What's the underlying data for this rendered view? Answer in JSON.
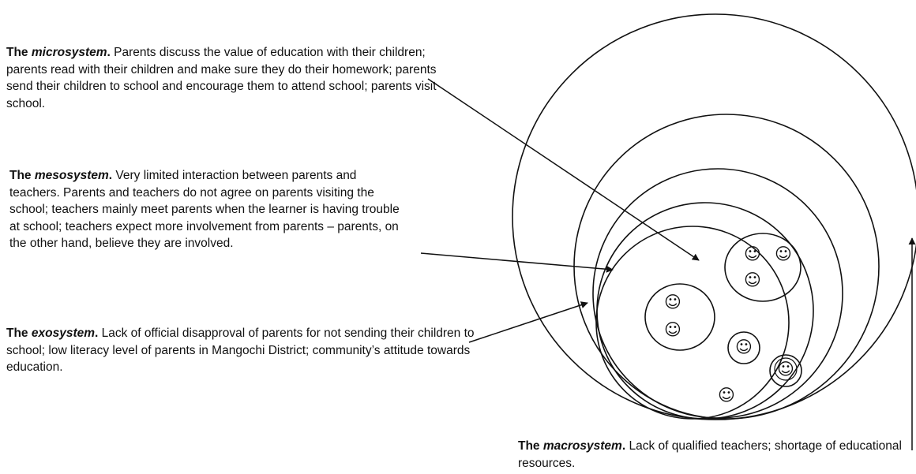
{
  "labels": {
    "microsystem": {
      "prefix": "The ",
      "term": "microsystem",
      "suffix": ".",
      "text": " Parents discuss the value of education with their children; parents read with their children and make sure they do their homework; parents send their children to school and encourage them to attend school; parents visit school."
    },
    "mesosystem": {
      "prefix": "The ",
      "term": "mesosystem",
      "suffix": ".",
      "text": " Very limited interaction between parents and teachers. Parents and teachers do not agree on parents visiting the school; teachers mainly meet parents when the learner is having trouble at school; teachers expect more involvement from parents – parents, on the other hand, believe they are involved."
    },
    "exosystem": {
      "prefix": "The ",
      "term": "exosystem",
      "suffix": ".",
      "text": " Lack of official disapproval of parents for not sending their children to school; low literacy level of parents in Mangochi District;  community’s attitude towards education."
    },
    "macrosystem": {
      "prefix": "The ",
      "term": "macrosystem",
      "suffix": ".",
      "text": " Lack of qualified teachers; shortage of educational resources."
    }
  },
  "face_glyph": "☺",
  "colors": {
    "ink": "#111111",
    "background": "#ffffff"
  }
}
